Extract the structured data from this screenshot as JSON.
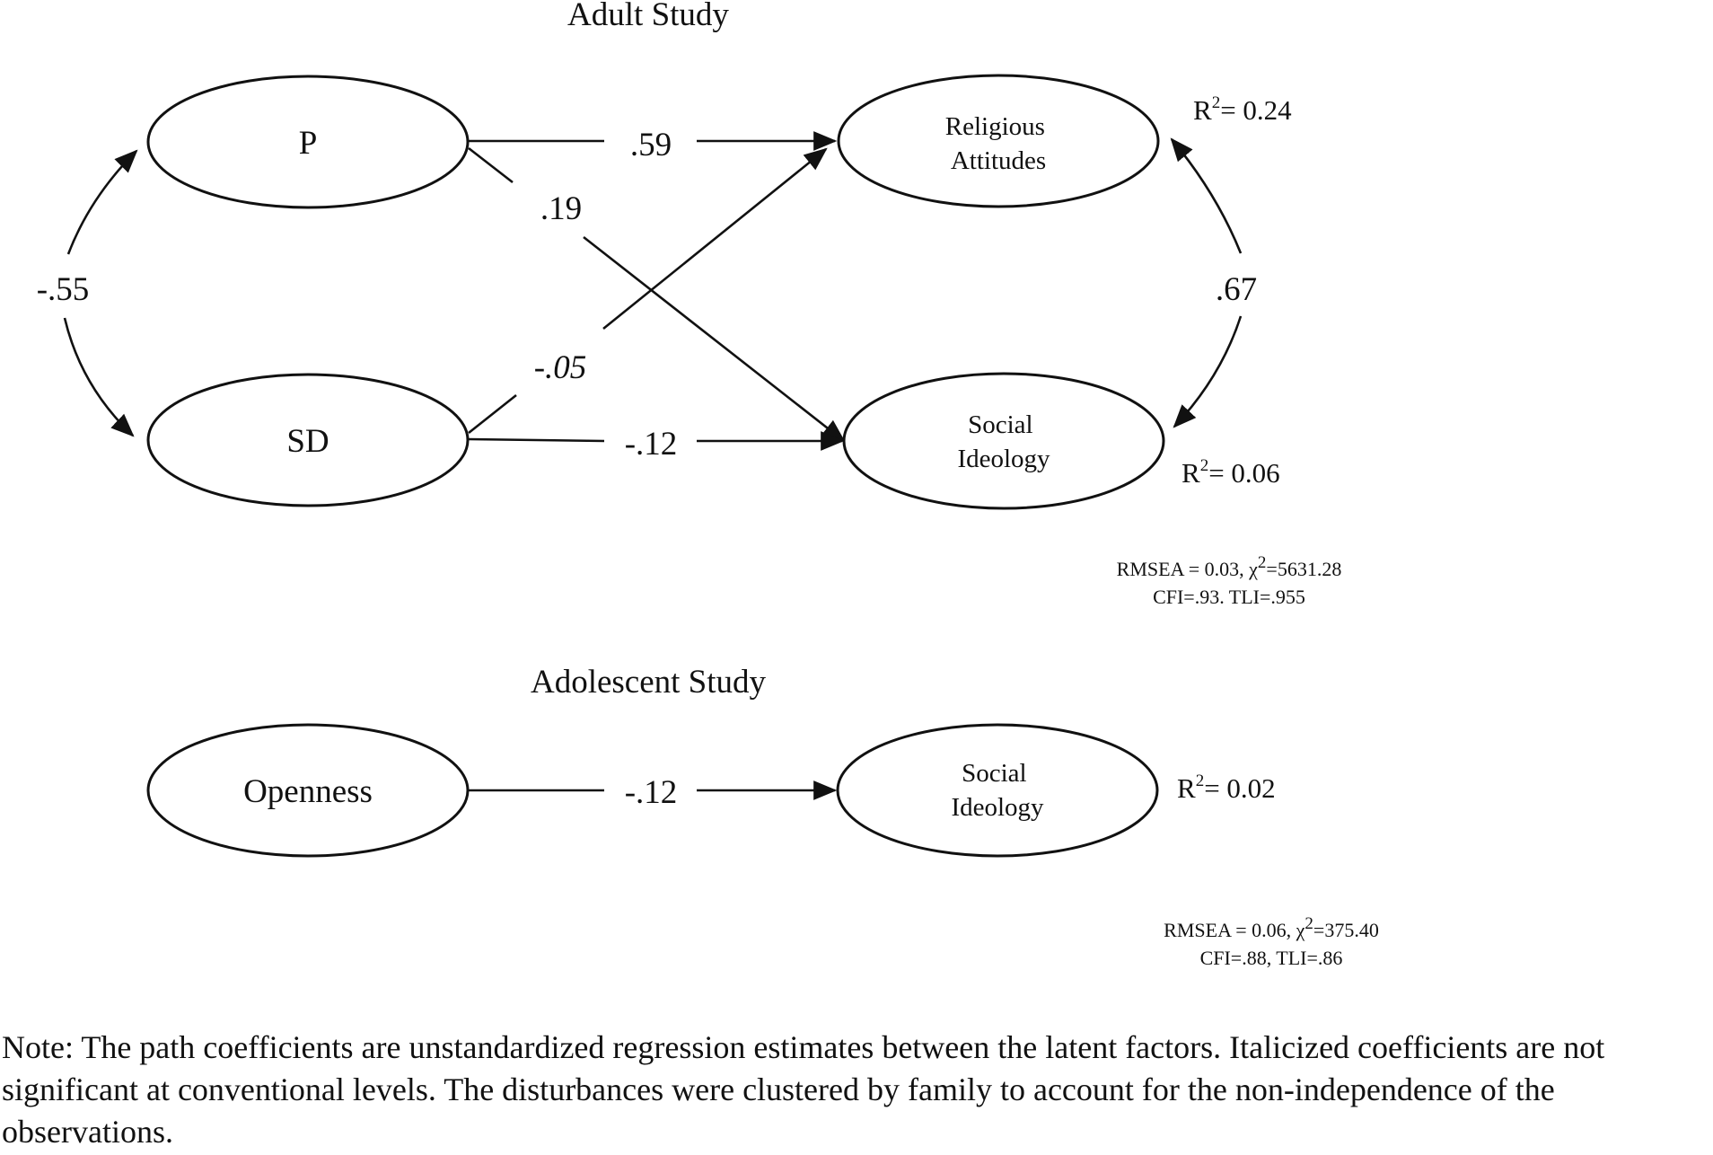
{
  "adult_study": {
    "title": "Adult Study",
    "nodes": {
      "p": "P",
      "sd": "SD",
      "religious_attitudes": [
        "Religious",
        "Attitudes"
      ],
      "social_ideology": [
        "Social",
        "Ideology"
      ]
    },
    "paths": {
      "p_to_religious": ".59",
      "p_to_social": ".19",
      "sd_to_religious": "-.05",
      "sd_to_social": "-.12",
      "p_sd_covariance": "-.55",
      "outcome_covariance": ".67"
    },
    "r_squared": {
      "religious_attitudes": "= 0.24",
      "social_ideology": "= 0.06"
    },
    "fit": {
      "line1_a": "RMSEA = 0.03, χ",
      "line1_b": "=5631.28",
      "line2": "CFI=.93.  TLI=.955"
    }
  },
  "adolescent_study": {
    "title": "Adolescent Study",
    "nodes": {
      "openness": "Openness",
      "social_ideology": [
        "Social",
        "Ideology"
      ]
    },
    "paths": {
      "openness_to_social": "-.12"
    },
    "r_squared": {
      "social_ideology": "= 0.02"
    },
    "fit": {
      "line1_a": "RMSEA = 0.06, χ",
      "line1_b": "=375.40",
      "line2": "CFI=.88,  TLI=.86"
    }
  },
  "r_label": "R",
  "superscript_2": "2",
  "note": "Note: The path coefficients are unstandardized regression estimates between the latent factors.  Italicized coefficients are not significant at conventional levels. The disturbances were clustered by family to account for the non-independence of the observations."
}
